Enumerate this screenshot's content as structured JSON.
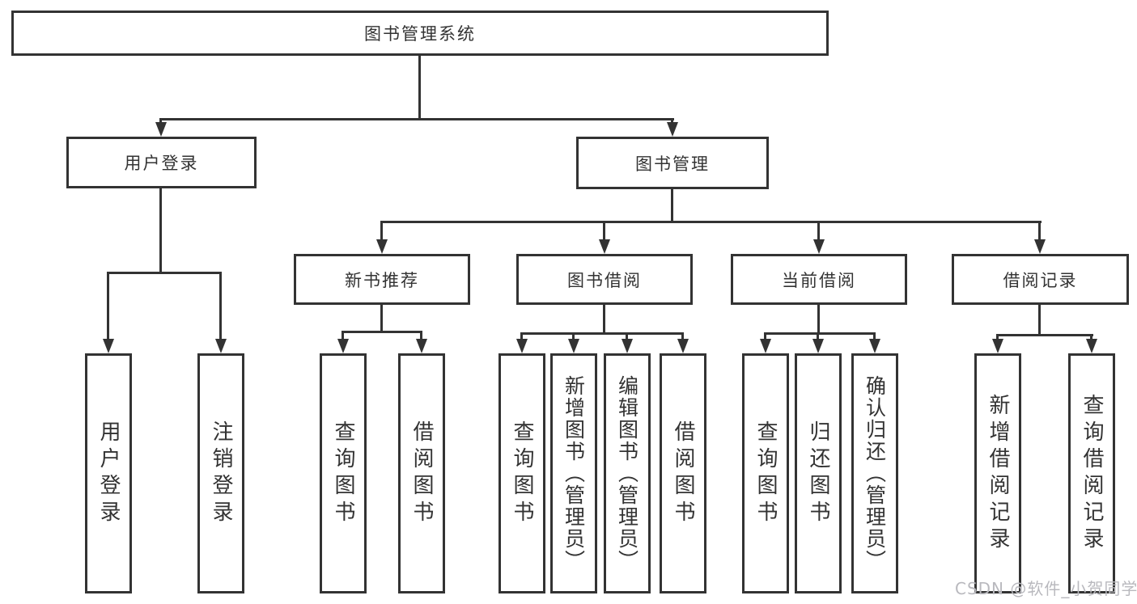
{
  "diagram": {
    "root": "图书管理系统",
    "branches": [
      {
        "label": "用户登录",
        "children": [
          "用户登录",
          "注销登录"
        ]
      },
      {
        "label": "图书管理",
        "groups": [
          {
            "label": "新书推荐",
            "children": [
              "查询图书",
              "借阅图书"
            ]
          },
          {
            "label": "图书借阅",
            "children": [
              "查询图书",
              "新增图书（管理员）",
              "编辑图书（管理员）",
              "借阅图书"
            ]
          },
          {
            "label": "当前借阅",
            "children": [
              "查询图书",
              "归还图书",
              "确认归还（管理员）"
            ]
          },
          {
            "label": "借阅记录",
            "children": [
              "新增借阅记录",
              "查询借阅记录"
            ]
          }
        ]
      }
    ]
  },
  "watermark": "CSDN @软件_小贺同学",
  "colors": {
    "line": "#333333",
    "text": "#333333",
    "watermark": "#b9b9be",
    "background": "#ffffff"
  }
}
